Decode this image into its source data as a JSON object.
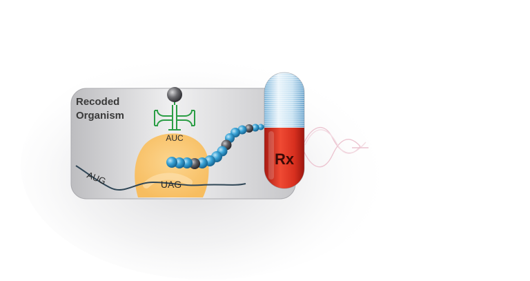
{
  "panel": {
    "title_line1": "Recoded",
    "title_line2": "Organism"
  },
  "trna": {
    "anticodon": "AUC"
  },
  "mrna": {
    "codon_start": "AUG",
    "codon_stop": "UAG"
  },
  "capsule": {
    "label": "Rx"
  },
  "colors": {
    "ribosome": "#f9c46e",
    "trna": "#2a9d44",
    "bead_blue": "#3a9fd0",
    "bead_gray": "#5e5e62",
    "capsule_red": "#d42a1e",
    "capsule_blue": "#b7d9ee",
    "mrna_line": "#2f4656"
  },
  "icons": {
    "trna": "trna-cloverleaf-icon",
    "ribosome": "ribosome-icon",
    "capsule": "drug-capsule-icon",
    "helix": "dna-helix-icon"
  }
}
